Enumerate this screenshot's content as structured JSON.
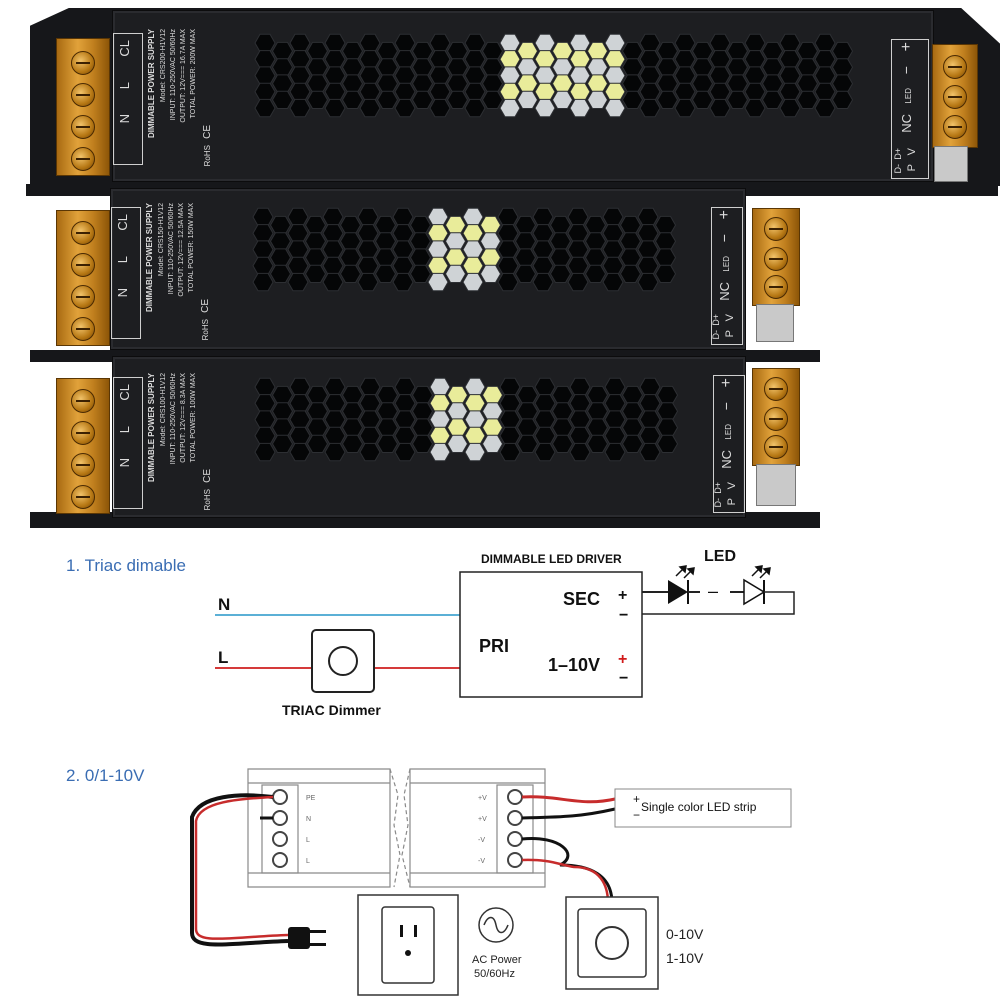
{
  "products": {
    "panel_title": "DIMMABLE POWER SUPPLY",
    "left_labels": [
      "CL",
      "L",
      "N"
    ],
    "right_labels": {
      "plus": "+",
      "led": "LED",
      "minus": "−",
      "nc": "NC",
      "d_plus": "D+",
      "d_minus": "D-",
      "p": "P",
      "v": "V"
    },
    "units": [
      {
        "model": "Model: CRS200-H1V12",
        "input": "INPUT: 110-250VAC  50/60Hz",
        "output": "OUTPUT: 12V=== 16.7A MAX",
        "power": "TOTAL POWER: 200W MAX"
      },
      {
        "model": "Model: CRS150-H1V12",
        "input": "INPUT: 110-250VAC  50/60Hz",
        "output": "OUTPUT: 12V=== 12.5A MAX",
        "power": "TOTAL POWER: 150W MAX"
      },
      {
        "model": "Model: CRS100-H1V12",
        "input": "INPUT: 110-250VAC  50/60Hz",
        "output": "OUTPUT: 12V=== 8.3A MAX",
        "power": "TOTAL POWER: 100W MAX"
      }
    ],
    "marks": {
      "ce": "CE",
      "rohs": "RoHS"
    }
  },
  "section1": {
    "heading": "1. Triac dimable",
    "driver_title": "DIMMABLE LED DRIVER",
    "led_label": "LED",
    "n_label": "N",
    "l_label": "L",
    "pri_label": "PRI",
    "sec_label": "SEC",
    "dim_label": "1–10V",
    "plus": "+",
    "minus": "−",
    "dash": "–",
    "dimmer_label": "TRIAC Dimmer",
    "colors": {
      "neutral_wire": "#5bb0d6",
      "live_wire": "#d53a3a",
      "plus_red": "#d11a1a"
    }
  },
  "section2": {
    "heading": "2. 0/1-10V",
    "strip_label": "Single color LED strip",
    "strip_plus": "+",
    "strip_minus": "−",
    "ac_label_1": "AC Power",
    "ac_label_2": "50/60Hz",
    "dim_range_1": "0-10V",
    "dim_range_2": "1-10V",
    "psu_labels": [
      "PE",
      "N",
      "L",
      "L"
    ],
    "psu_right_labels": [
      "+V",
      "+V",
      "-V",
      "-V"
    ]
  }
}
